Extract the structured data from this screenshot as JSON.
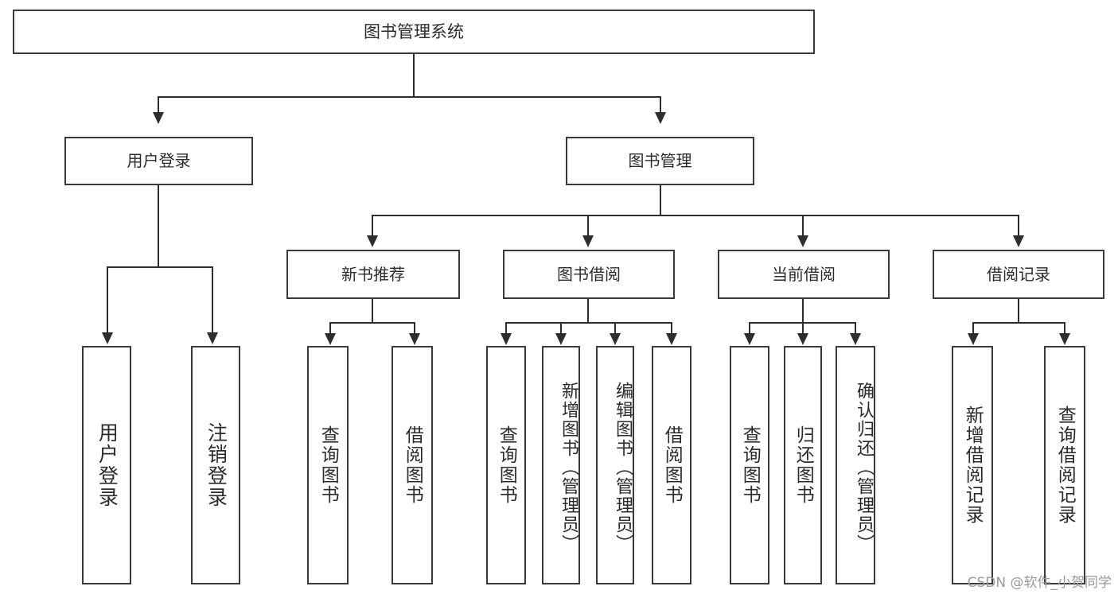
{
  "diagram": {
    "kind": "function-structure-tree",
    "root": {
      "id": "root",
      "label": "图书管理系统"
    },
    "level1": [
      {
        "id": "user-login",
        "label": "用户登录"
      },
      {
        "id": "book-manage",
        "label": "图书管理"
      }
    ],
    "level2": [
      {
        "id": "new-book-rec",
        "label": "新书推荐",
        "parent": "book-manage"
      },
      {
        "id": "book-borrow",
        "label": "图书借阅",
        "parent": "book-manage"
      },
      {
        "id": "current-borrow",
        "label": "当前借阅",
        "parent": "book-manage"
      },
      {
        "id": "borrow-record",
        "label": "借阅记录",
        "parent": "book-manage"
      }
    ],
    "leaves": {
      "user-login": [
        {
          "id": "leaf-user-login",
          "label": "用户登录"
        },
        {
          "id": "leaf-logout",
          "label": "注销登录"
        }
      ],
      "new-book-rec": [
        {
          "id": "leaf-query-book-1",
          "label": "查询图书"
        },
        {
          "id": "leaf-borrow-book-1",
          "label": "借阅图书"
        }
      ],
      "book-borrow": [
        {
          "id": "leaf-query-book-2",
          "label": "查询图书"
        },
        {
          "id": "leaf-add-book",
          "label": "新增图书（管理员）"
        },
        {
          "id": "leaf-edit-book",
          "label": "编辑图书（管理员）"
        },
        {
          "id": "leaf-borrow-book-2",
          "label": "借阅图书"
        }
      ],
      "current-borrow": [
        {
          "id": "leaf-query-book-3",
          "label": "查询图书"
        },
        {
          "id": "leaf-return-book",
          "label": "归还图书"
        },
        {
          "id": "leaf-confirm-return",
          "label": "确认归还（管理员）"
        }
      ],
      "borrow-record": [
        {
          "id": "leaf-add-record",
          "label": "新增借阅记录"
        },
        {
          "id": "leaf-query-record",
          "label": "查询借阅记录"
        }
      ]
    }
  },
  "watermark": {
    "text": "CSDN @软件_小贺同学"
  },
  "colors": {
    "box_border": "#3a3a3a",
    "connector": "#2e2e2e",
    "text": "#2b2b2b",
    "background": "#ffffff",
    "watermark": "#9a9a9a"
  }
}
